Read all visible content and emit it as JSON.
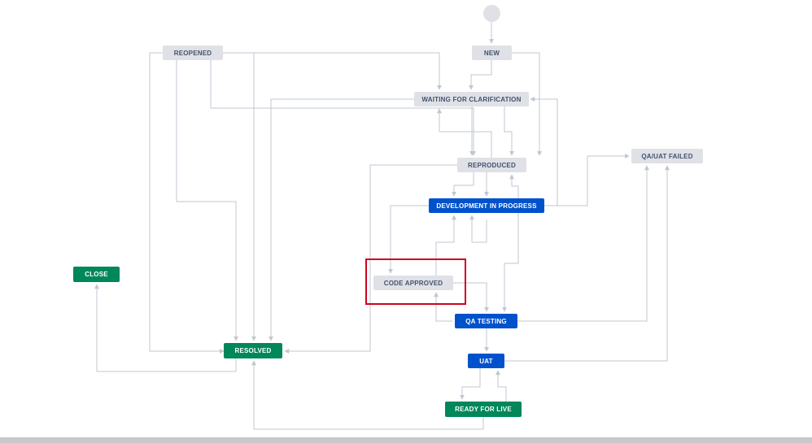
{
  "workflow": {
    "statuses": {
      "new": "NEW",
      "reopened": "REOPENED",
      "waiting": "WAITING FOR CLARIFICATION",
      "reproduced": "REPRODUCED",
      "qa_failed": "QA/UAT FAILED",
      "dev_in_progress": "DEVELOPMENT IN PROGRESS",
      "close": "CLOSE",
      "code_approved": "CODE APPROVED",
      "qa_testing": "QA TESTING",
      "resolved": "RESOLVED",
      "uat": "UAT",
      "ready_for_live": "READY FOR LIVE"
    },
    "highlighted_status": "CODE APPROVED"
  },
  "colors": {
    "todo": "#dfe1e6",
    "in_progress": "#0052cc",
    "done": "#00875a",
    "connector": "#c1c7d0",
    "highlight": "#d0021b"
  }
}
